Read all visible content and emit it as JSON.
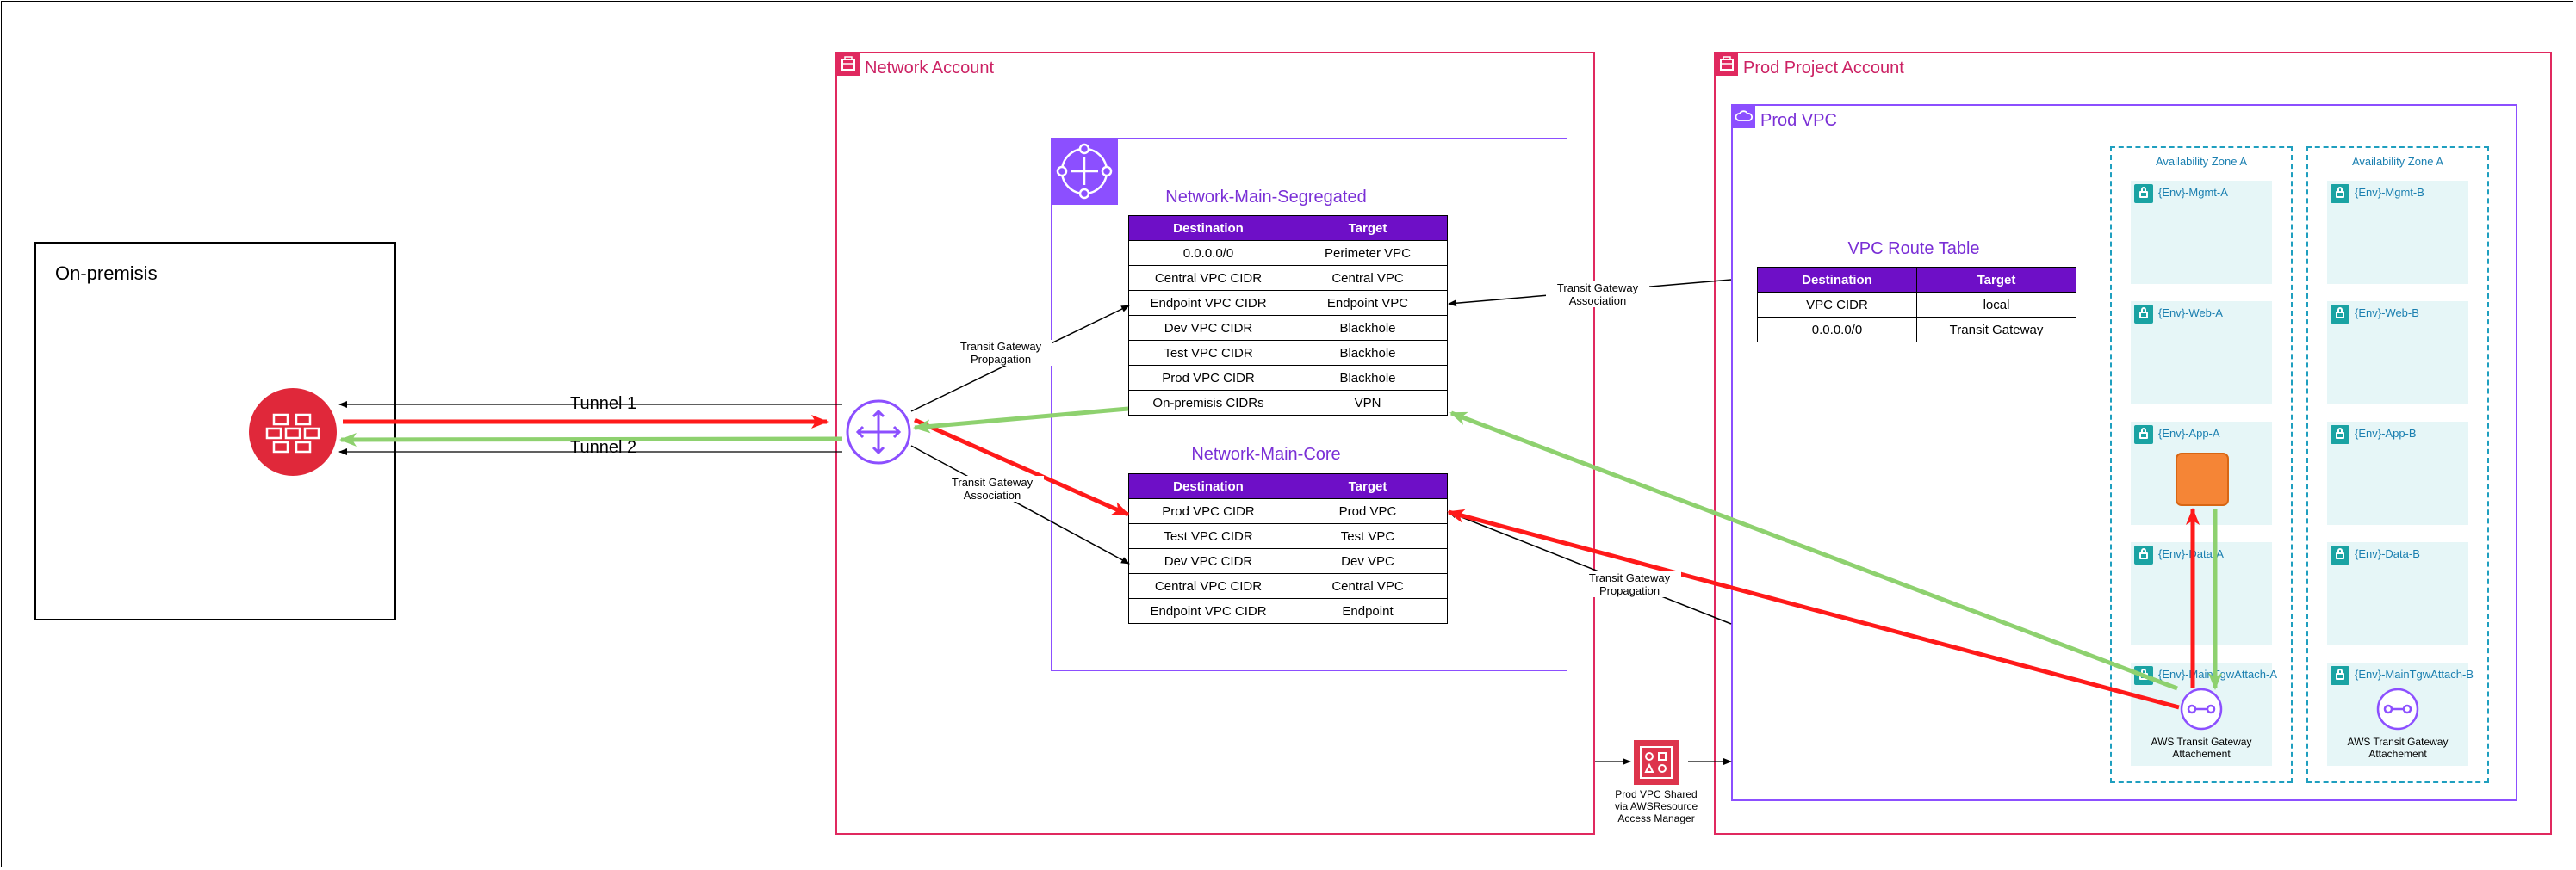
{
  "on_premises": {
    "label": "On-premisis"
  },
  "network_account": {
    "label": "Network Account"
  },
  "prod_account": {
    "label": "Prod Project Account"
  },
  "prod_vpc": {
    "label": "Prod VPC"
  },
  "tunnels": {
    "tunnel1": "Tunnel 1",
    "tunnel2": "Tunnel 2"
  },
  "edge_labels": {
    "propagation_upper": [
      "Transit Gateway",
      "Propagation"
    ],
    "association_lower": [
      "Transit Gateway",
      "Association"
    ],
    "association_right": [
      "Transit Gateway",
      "Association"
    ],
    "propagation_right": [
      "Transit Gateway",
      "Propagation"
    ]
  },
  "shared_label": [
    "Prod VPC Shared",
    "via AWSResource",
    "Access Manager"
  ],
  "segregated_table": {
    "title": "Network-Main-Segregated",
    "headers": [
      "Destination",
      "Target"
    ],
    "rows": [
      [
        "0.0.0.0/0",
        "Perimeter VPC"
      ],
      [
        "Central VPC CIDR",
        "Central VPC"
      ],
      [
        "Endpoint VPC CIDR",
        "Endpoint VPC"
      ],
      [
        "Dev VPC CIDR",
        "Blackhole"
      ],
      [
        "Test VPC CIDR",
        "Blackhole"
      ],
      [
        "Prod VPC CIDR",
        "Blackhole"
      ],
      [
        "On-premisis CIDRs",
        "VPN"
      ]
    ]
  },
  "core_table": {
    "title": "Network-Main-Core",
    "headers": [
      "Destination",
      "Target"
    ],
    "rows": [
      [
        "Prod VPC CIDR",
        "Prod VPC"
      ],
      [
        "Test VPC CIDR",
        "Test VPC"
      ],
      [
        "Dev VPC CIDR",
        "Dev VPC"
      ],
      [
        "Central VPC CIDR",
        "Central VPC"
      ],
      [
        "Endpoint VPC CIDR",
        "Endpoint"
      ]
    ]
  },
  "vpc_route_table": {
    "title": "VPC Route Table",
    "headers": [
      "Destination",
      "Target"
    ],
    "rows": [
      [
        "VPC CIDR",
        "local"
      ],
      [
        "0.0.0.0/0",
        "Transit Gateway"
      ]
    ]
  },
  "az_a": {
    "label": "Availability Zone A",
    "subnets": [
      "{Env}-Mgmt-A",
      "{Env}-Web-A",
      "{Env}-App-A",
      "{Env}-Data-A",
      "{Env}-MainTgwAttach-A"
    ],
    "attachment_label": [
      "AWS Transit Gateway",
      "Attachement"
    ]
  },
  "az_b": {
    "label": "Availability Zone A",
    "subnets": [
      "{Env}-Mgmt-B",
      "{Env}-Web-B",
      "{Env}-App-B",
      "{Env}-Data-B",
      "{Env}-MainTgwAttach-B"
    ],
    "attachment_label": [
      "AWS Transit Gateway",
      "Attachement"
    ]
  },
  "colors": {
    "account_border": "#e0295f",
    "vpc_border": "#8c4fff",
    "table_header": "#6e0fc7",
    "red_flow": "#ff1a1a",
    "green_flow": "#8ed16f",
    "subnet_fill": "#e6f6f7",
    "firewall": "#e0283a",
    "ec2": "#f58536"
  },
  "icons": {
    "customer_gateway": "firewall-icon",
    "transit_gateway": "transit-gateway-icon",
    "tgw_group": "transit-gateway-group-icon",
    "ram": "resource-access-manager-icon",
    "ec2": "ec2-instance-icon",
    "attachment": "tgw-attachment-icon"
  }
}
